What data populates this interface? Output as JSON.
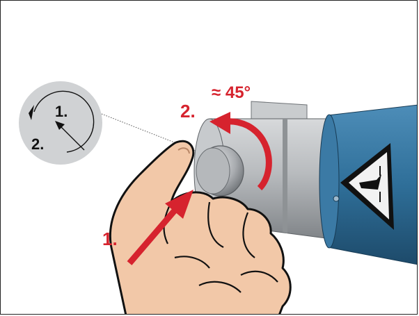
{
  "inset": {
    "label_1": "1.",
    "label_2": "2."
  },
  "steps": {
    "step_1": "1.",
    "step_2": "2.",
    "angle": "≈ 45°"
  },
  "colors": {
    "accent_red": "#d6232e",
    "device_blue": "#2f6f99",
    "device_gray": "#b9bcbf",
    "skin": "#f2c8a8",
    "inset_gray": "#cfd1d3"
  },
  "icons": {
    "warning": "hand-crush-warning-icon"
  }
}
